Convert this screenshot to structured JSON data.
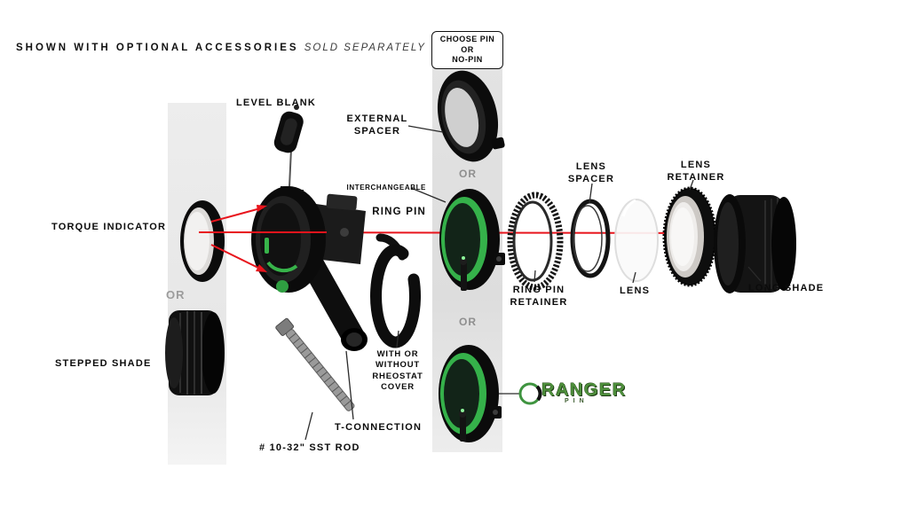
{
  "header": {
    "bold": "SHOWN WITH OPTIONAL ACCESSORIES",
    "italic": "SOLD SEPARATELY"
  },
  "choose_pin_box": "CHOOSE PIN\nOR\nNO-PIN",
  "labels": {
    "level_blank": "LEVEL BLANK",
    "external_spacer": "EXTERNAL\nSPACER",
    "interchangeable_line1": "INTERCHANGEABLE",
    "interchangeable_line2": "RING PIN",
    "torque_indicator": "TORQUE INDICATOR",
    "or_left": "OR",
    "or_top": "OR",
    "or_bottom": "OR",
    "stepped_shade": "STEPPED SHADE",
    "rheostat_cover": "WITH OR\nWITHOUT\nRHEOSTAT\nCOVER",
    "t_connection": "T-CONNECTION",
    "sst_rod": "# 10-32\" SST ROD",
    "ring_pin_retainer": "RING PIN\nRETAINER",
    "lens_spacer": "LENS\nSPACER",
    "lens": "LENS",
    "lens_retainer": "LENS\nRETAINER",
    "long_shade": "LONG SHADE"
  },
  "brand": {
    "name": "RANGER",
    "sub": "PIN"
  },
  "colors": {
    "accent_green": "#37b34a",
    "axis_red": "#e8141c",
    "strip_gray": "#e4e4e4"
  }
}
